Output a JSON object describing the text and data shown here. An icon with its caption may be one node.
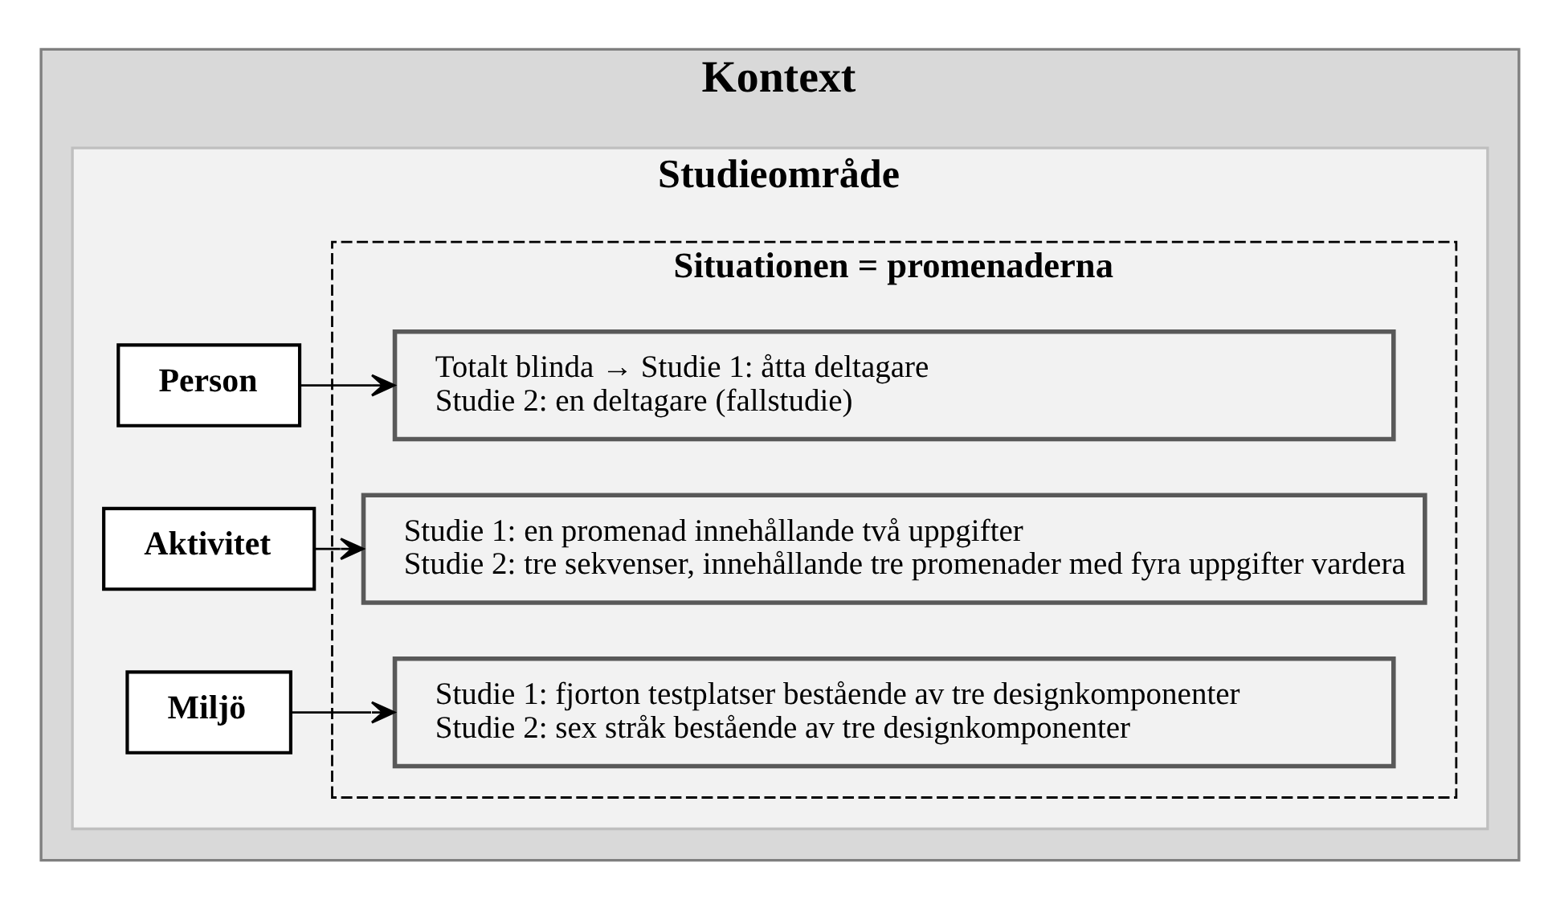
{
  "diagram": {
    "nodes": [
      {
        "text": [
          "Kontext"
        ]
      },
      {
        "text": [
          "Studieområde"
        ],
        "in": 0
      },
      {
        "text": [
          "Situationen = promenaderna"
        ],
        "in": 1
      },
      {
        "text": [
          "Person"
        ],
        "in": 1
      },
      {
        "text": [
          "Totalt blinda → Studie 1: åtta deltagare",
          "Studie 2: en deltagare (fallstudie)"
        ],
        "in": 2
      },
      {
        "text": [
          "Aktivitet"
        ],
        "in": 1
      },
      {
        "text": [
          "Studie 1: en promenad innehållande två uppgifter",
          "Studie 2: tre sekvenser, innehållande tre promenader med fyra uppgifter vardera"
        ],
        "in": 2
      },
      {
        "text": [
          "Miljö"
        ],
        "in": 1
      },
      {
        "text": [
          "Studie 1: fjorton testplatser bestående av tre designkomponenter",
          "Studie 2: sex stråk bestående av tre designkomponenter"
        ],
        "in": 2
      }
    ],
    "edges": [
      {
        "from": 3,
        "to": 4,
        "arrow": "to"
      },
      {
        "from": 5,
        "to": 6,
        "arrow": "to"
      },
      {
        "from": 7,
        "to": 8,
        "arrow": "to"
      }
    ]
  }
}
